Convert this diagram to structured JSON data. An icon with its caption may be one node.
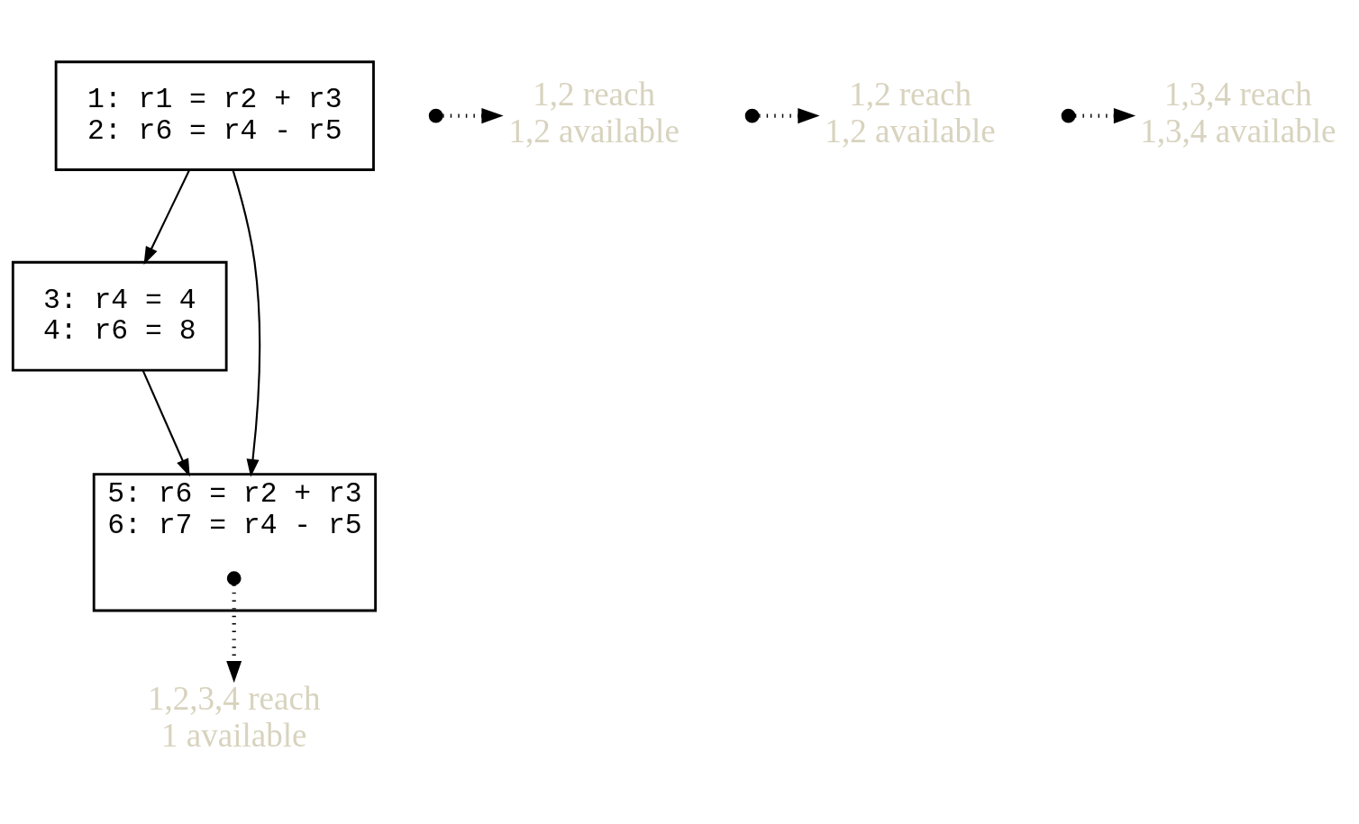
{
  "diagram": {
    "nodes": [
      {
        "text": [
          "1: r1 = r2 + r3",
          "2: r6 = r4 - r5"
        ]
      },
      {
        "text": [
          "1,2 reach",
          "1,2 available"
        ]
      },
      {
        "text": [],
        "shape": "dot"
      },
      {
        "text": [],
        "shape": "dot"
      },
      {
        "text": [
          "1,2 reach",
          "1,2 available"
        ]
      },
      {
        "text": [
          "3: r4 = 4",
          "4: r6 = 8"
        ]
      },
      {
        "text": [],
        "shape": "dot"
      },
      {
        "text": [
          "1,3,4 reach",
          "1,3,4 available"
        ]
      },
      {
        "text": [
          "5: r6 = r2 + r3",
          "6: r7 = r4 - r5"
        ]
      },
      {
        "text": [],
        "shape": "dot",
        "in": 8
      },
      {
        "text": [
          "1,2,3,4 reach",
          "1 available"
        ]
      }
    ],
    "edges": [
      {
        "from": 0,
        "to": 5,
        "arrow": "to"
      },
      {
        "from": 0,
        "to": 8,
        "arrow": "to"
      },
      {
        "from": 5,
        "to": 8,
        "arrow": "to"
      },
      {
        "from": 2,
        "to": 1,
        "arrow": "to",
        "style": "dashed"
      },
      {
        "from": 3,
        "to": 4,
        "arrow": "to",
        "style": "dashed"
      },
      {
        "from": 6,
        "to": 7,
        "arrow": "to",
        "style": "dashed"
      },
      {
        "from": 9,
        "to": 10,
        "arrow": "to",
        "style": "dashed"
      }
    ]
  }
}
